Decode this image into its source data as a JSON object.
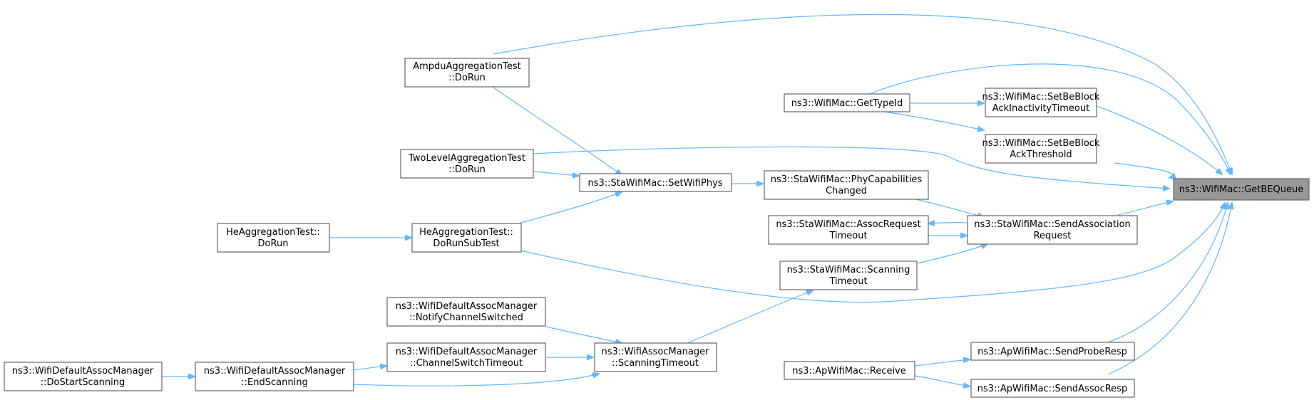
{
  "graph": {
    "root": "ns3::WifiMac::GetBEQueue",
    "nodes": {
      "root": [
        "ns3::WifiMac::GetBEQueue"
      ],
      "ampdu": [
        "AmpduAggregationTest",
        "::DoRun"
      ],
      "twolevel": [
        "TwoLevelAggregationTest",
        "::DoRun"
      ],
      "hedorun": [
        "HeAggregationTest::",
        "DoRun"
      ],
      "hesub": [
        "HeAggregationTest::",
        "DoRunSubTest"
      ],
      "setphys": [
        "ns3::StaWifiMac::SetWifiPhys"
      ],
      "gettypeid": [
        "ns3::WifiMac::GetTypeId"
      ],
      "setbeinact": [
        "ns3::WifiMac::SetBeBlock",
        "AckInactivityTimeout"
      ],
      "setbethresh": [
        "ns3::WifiMac::SetBeBlock",
        "AckThreshold"
      ],
      "phycap": [
        "ns3::StaWifiMac::PhyCapabilities",
        "Changed"
      ],
      "assocreq": [
        "ns3::StaWifiMac::AssocRequest",
        "Timeout"
      ],
      "sendassoc": [
        "ns3::StaWifiMac::SendAssociation",
        "Request"
      ],
      "scanning": [
        "ns3::StaWifiMac::Scanning",
        "Timeout"
      ],
      "notify": [
        "ns3::WifiDefaultAssocManager",
        "::NotifyChannelSwitched"
      ],
      "chswitch": [
        "ns3::WifiDefaultAssocManager",
        "::ChannelSwitchTimeout"
      ],
      "assocscan": [
        "ns3::WifiAssocManager",
        "::ScanningTimeout"
      ],
      "dostart": [
        "ns3::WifiDefaultAssocManager",
        "::DoStartScanning"
      ],
      "endscan": [
        "ns3::WifiDefaultAssocManager",
        "::EndScanning"
      ],
      "apreceive": [
        "ns3::ApWifiMac::Receive"
      ],
      "sendprobe": [
        "ns3::ApWifiMac::SendProbeResp"
      ],
      "sendassocresp": [
        "ns3::ApWifiMac::SendAssocResp"
      ]
    },
    "colors": {
      "edge": "#63b8ff",
      "node_border": "#666666",
      "root_fill": "#999999",
      "node_fill": "#ffffff"
    }
  }
}
